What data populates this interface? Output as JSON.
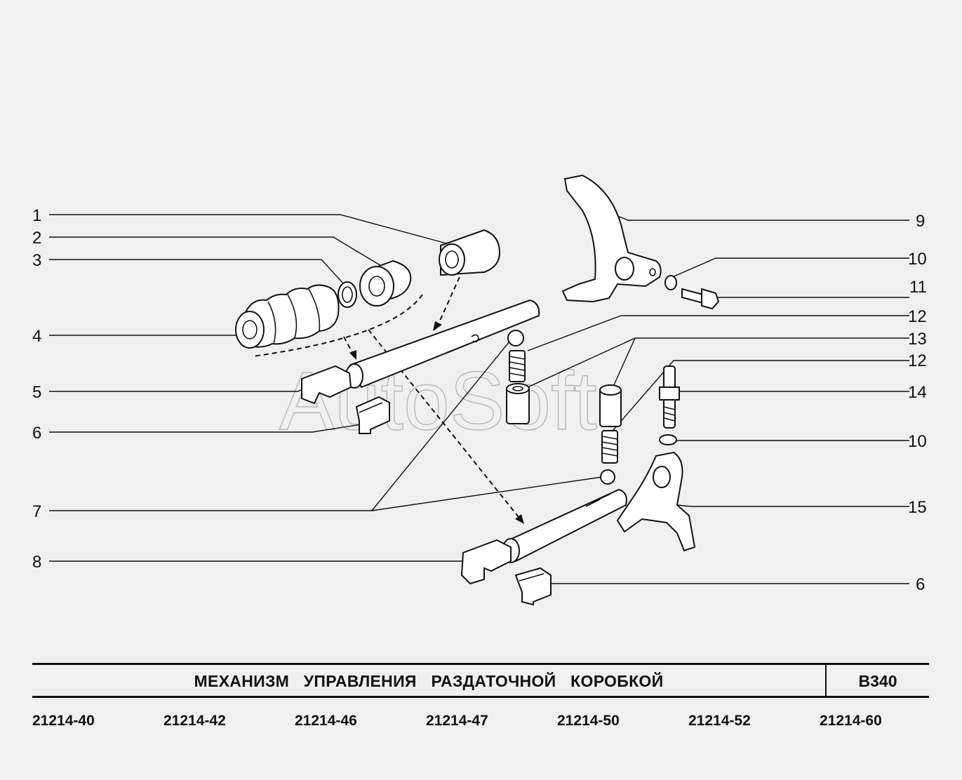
{
  "watermark": "AutoSoft",
  "callouts": [
    "1",
    "2",
    "3",
    "4",
    "5",
    "6",
    "7",
    "8",
    "9",
    "10",
    "11",
    "12",
    "13",
    "12",
    "14",
    "10",
    "15",
    "6"
  ],
  "title": "МЕХАНИЗМ   УПРАВЛЕНИЯ   РАЗДАТОЧНОЙ   КОРОБКОЙ",
  "code": "В340",
  "models": [
    "21214-40",
    "21214-42",
    "21214-46",
    "21214-47",
    "21214-50",
    "21214-52",
    "21214-60"
  ],
  "colors": {
    "background": "#f0f0f0",
    "ink": "#111111",
    "watermark": "#b8b8b8"
  }
}
